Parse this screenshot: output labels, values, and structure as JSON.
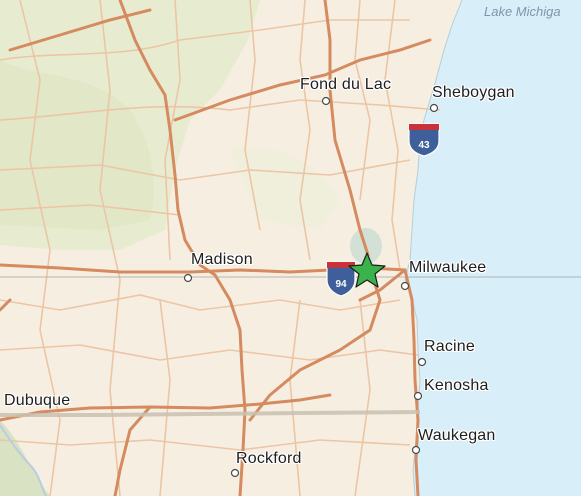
{
  "map": {
    "water_label": "Lake Michiga",
    "cities": {
      "fond_du_lac": "Fond du Lac",
      "sheboygan": "Sheboygan",
      "madison": "Madison",
      "milwaukee": "Milwaukee",
      "racine": "Racine",
      "kenosha": "Kenosha",
      "dubuque": "Dubuque",
      "waukegan": "Waukegan",
      "rockford": "Rockford"
    },
    "highway_shields": {
      "i43": "43",
      "i94": "94"
    },
    "colors": {
      "land": "#f6efe1",
      "water": "#d8eef8",
      "vegetation": "#e6ebcf",
      "major_road": "#d58a5f",
      "minor_road": "#ecc5a5",
      "marker": "#3bb34a",
      "shield_blue": "#3f5f9a",
      "shield_red": "#c8333b"
    },
    "marker_icon": "star-marker-icon"
  }
}
